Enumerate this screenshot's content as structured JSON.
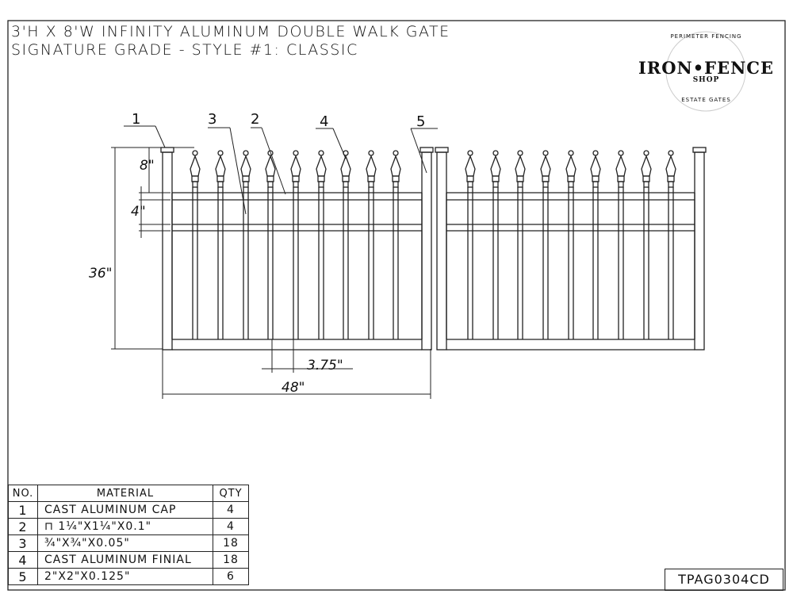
{
  "title": {
    "line1": "3'H X 8'W INFINITY ALUMINUM DOUBLE WALK GATE",
    "line2": "SIGNATURE GRADE - STYLE #1: CLASSIC"
  },
  "logo": {
    "top_arc": "PERIMETER FENCING",
    "main": "IRON•FENCE",
    "sub": "SHOP",
    "bottom_arc": "ESTATE GATES"
  },
  "callouts": [
    "1",
    "3",
    "2",
    "4",
    "5"
  ],
  "dimensions": {
    "top_offset": "8\"",
    "rail_spacing": "4\"",
    "height": "36\"",
    "picket_spacing": "3.75\"",
    "width": "48\""
  },
  "bom": {
    "headers": {
      "no": "NO.",
      "material": "MATERIAL",
      "qty": "QTY"
    },
    "rows": [
      {
        "no": "1",
        "material": "CAST ALUMINUM CAP",
        "qty": "4"
      },
      {
        "no": "2",
        "material": "⊓ 1¼\"X1¼\"X0.1\"",
        "qty": "4"
      },
      {
        "no": "3",
        "material": "¾\"X¾\"X0.05\"",
        "qty": "18"
      },
      {
        "no": "4",
        "material": "CAST ALUMINUM FINIAL",
        "qty": "18"
      },
      {
        "no": "5",
        "material": "2\"X2\"X0.125\"",
        "qty": "6"
      }
    ]
  },
  "part_number": "TPAG0304CD"
}
